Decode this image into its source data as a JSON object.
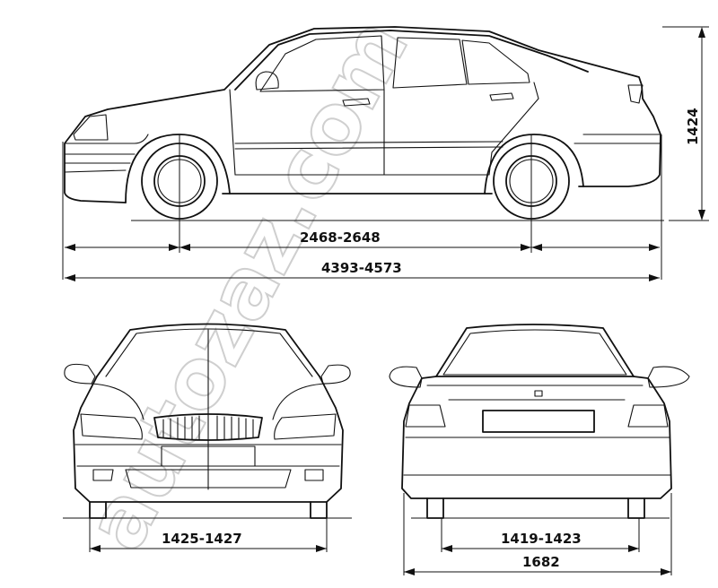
{
  "watermark": "autozaz.com",
  "dimensions": {
    "height": "1424",
    "wheelbase": "2468-2648",
    "overall_length": "4393-4573",
    "front_track": "1425-1427",
    "rear_track": "1419-1423",
    "overall_width": "1682"
  },
  "views": [
    "side-view",
    "front-view",
    "rear-view"
  ]
}
